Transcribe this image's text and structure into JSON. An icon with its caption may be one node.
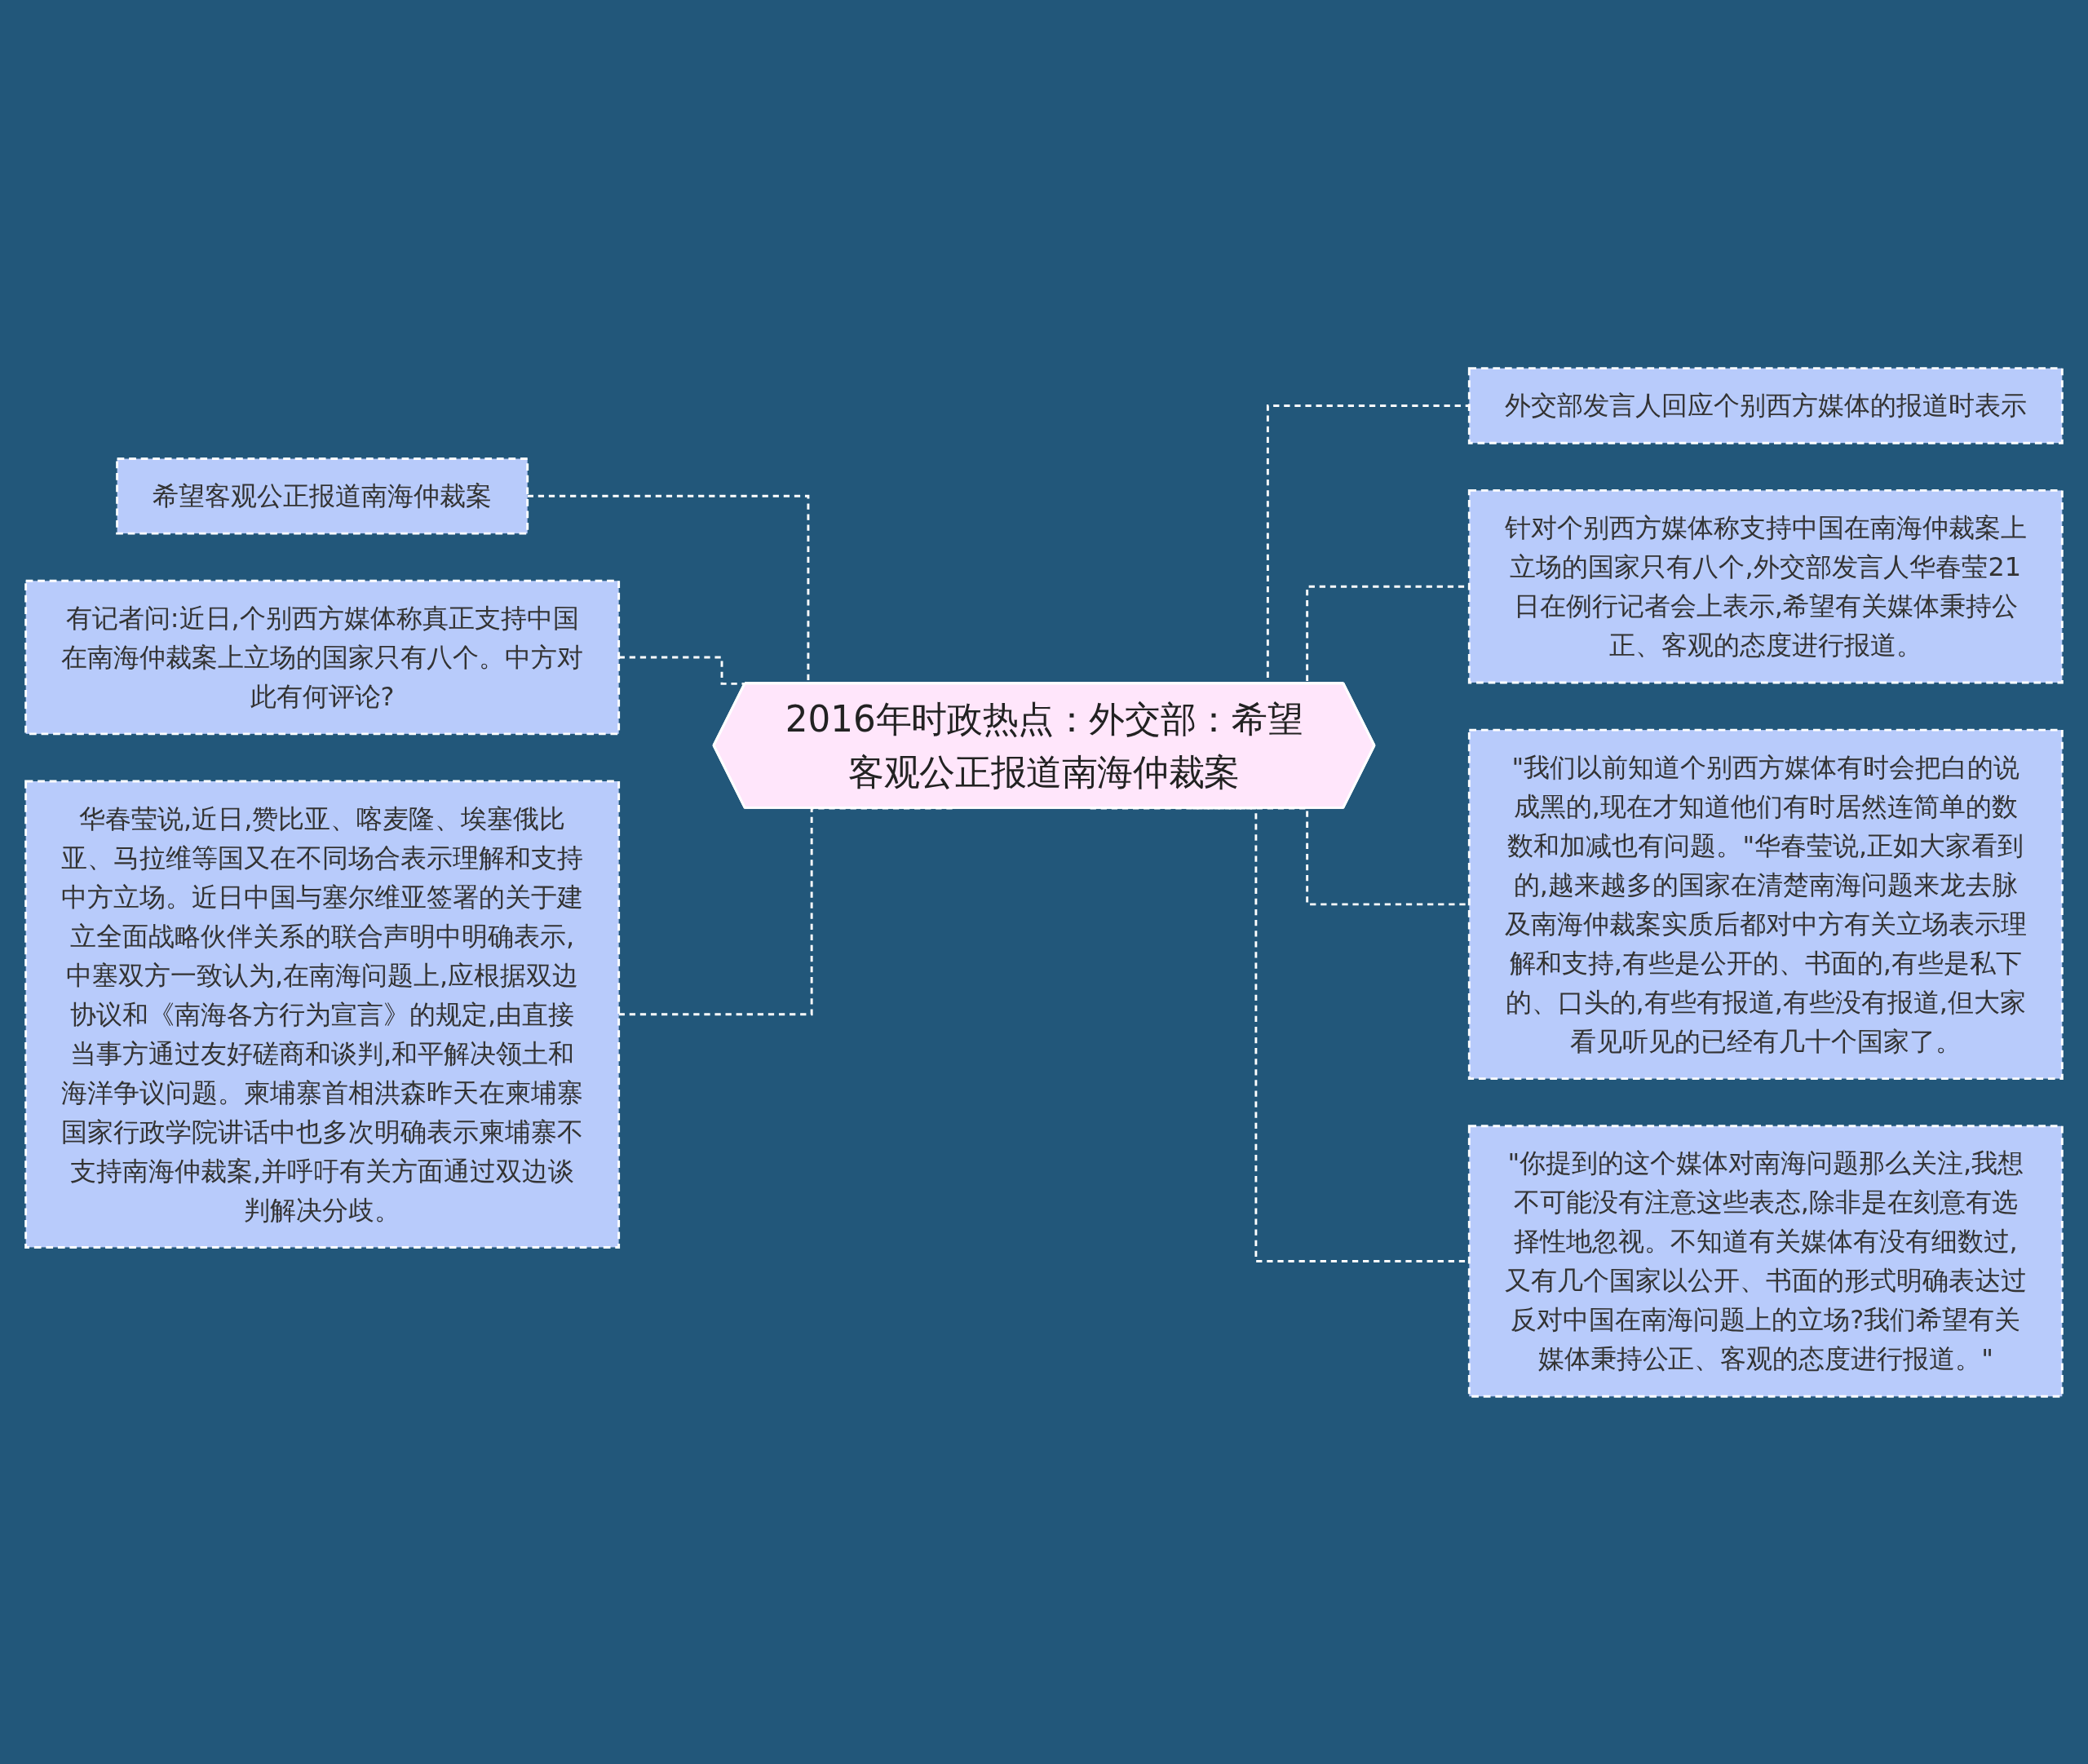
{
  "diagram": {
    "nodes": [
      {
        "text": [
          "2016年时政热点：外交部：希望客观公正报道南海仲裁案"
        ]
      },
      {
        "text": [
          "希望客观公正报道南海仲裁案"
        ]
      },
      {
        "text": [
          "有记者问:近日,个别西方媒体称真正支持中国在南海仲裁案上立场的国家只有八个。中方对此有何评论?"
        ]
      },
      {
        "text": [
          "华春莹说,近日,赞比亚、喀麦隆、埃塞俄比亚、马拉维等国又在不同场合表示理解和支持中方立场。近日中国与塞尔维亚签署的关于建立全面战略伙伴关系的联合声明中明确表示,中塞双方一致认为,在南海问题上,应根据双边协议和《南海各方行为宣言》的规定,由直接当事方通过友好磋商和谈判,和平解决领土和海洋争议问题。柬埔寨首相洪森昨天在柬埔寨国家行政学院讲话中也多次明确表示柬埔寨不支持南海仲裁案,并呼吁有关方面通过双边谈判解决分歧。"
        ]
      },
      {
        "text": [
          "外交部发言人回应个别西方媒体的报道时表示"
        ]
      },
      {
        "text": [
          "针对个别西方媒体称支持中国在南海仲裁案上立场的国家只有八个,外交部发言人华春莹21日在例行记者会上表示,希望有关媒体秉持公正、客观的态度进行报道。"
        ]
      },
      {
        "text": [
          "\"我们以前知道个别西方媒体有时会把白的说成黑的,现在才知道他们有时居然连简单的数数和加减也有问题。\"华春莹说,正如大家看到的,越来越多的国家在清楚南海问题来龙去脉及南海仲裁案实质后都对中方有关立场表示理解和支持,有些是公开的、书面的,有些是私下的、口头的,有些有报道,有些没有报道,但大家看见听见的已经有几十个国家了。"
        ]
      },
      {
        "text": [
          "\"你提到的这个媒体对南海问题那么关注,我想不可能没有注意这些表态,除非是在刻意有选择性地忽视。不知道有关媒体有没有细数过,又有几个国家以公开、书面的形式明确表达过反对中国在南海问题上的立场?我们希望有关媒体秉持公正、客观的态度进行报道。\""
        ]
      }
    ],
    "edges": [
      {
        "from": 1,
        "to": 0,
        "arrow": "none",
        "style": "dashed"
      },
      {
        "from": 2,
        "to": 0,
        "arrow": "none",
        "style": "dashed"
      },
      {
        "from": 3,
        "to": 0,
        "arrow": "none",
        "style": "dashed"
      },
      {
        "from": 0,
        "to": 4,
        "arrow": "none",
        "style": "dashed"
      },
      {
        "from": 0,
        "to": 5,
        "arrow": "none",
        "style": "dashed"
      },
      {
        "from": 0,
        "to": 6,
        "arrow": "none",
        "style": "dashed"
      },
      {
        "from": 0,
        "to": 7,
        "arrow": "none",
        "style": "dashed"
      }
    ]
  }
}
